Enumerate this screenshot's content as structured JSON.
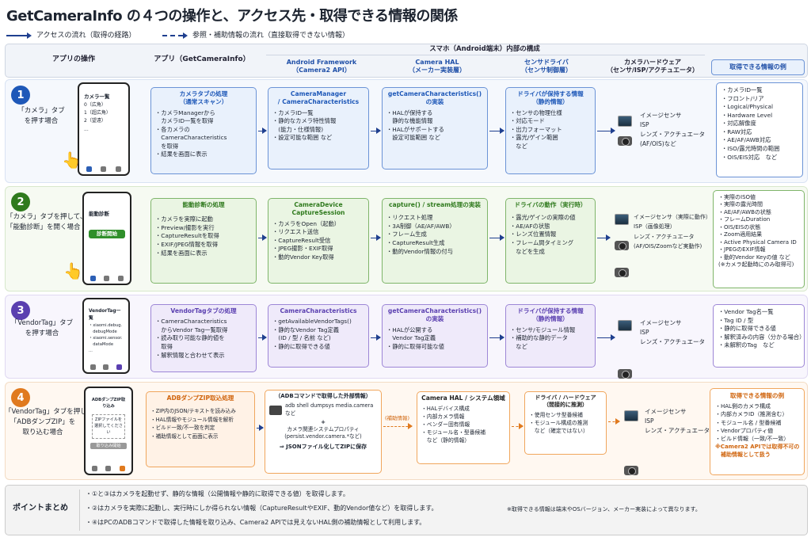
{
  "title": "GetCameraInfo の４つの操作と、アクセス先・取得できる情報の関係",
  "legend": {
    "solid": "アクセスの流れ（取得の経路）",
    "dashed": "参照・補助情報の流れ（直接取得できない情報）"
  },
  "headers": {
    "app_op": "アプリの操作",
    "app": "アプリ（GetCameraInfo）",
    "smartphone": "スマホ（Android端末）内部の構成",
    "fw1": "Android Framework",
    "fw2": "（Camera2 API）",
    "hal1": "Camera HAL",
    "hal2": "（メーカー実装層）",
    "drv1": "センサドライバ",
    "drv2": "（センサ制御層）",
    "hw1": "カメラハードウェア",
    "hw2": "（センサ/ISP/アクチュエータ）",
    "info": "取得できる情報の例"
  },
  "rows": [
    {
      "num": "1",
      "label": [
        "「カメラ」タブ",
        "を押す場合"
      ],
      "phone": {
        "title": "カメラ一覧",
        "lines": [
          "0（広角）",
          "1（超広角）",
          "2（望遠）",
          "..."
        ]
      },
      "app": {
        "title": [
          "カメラタブの処理",
          "（通常スキャン）"
        ],
        "items": [
          "・カメラManagerから",
          "　カメラID一覧を取得",
          "・各カメラの",
          "　CameraCharacteristics",
          "　を取得",
          "・結果を画面に表示"
        ]
      },
      "fw": {
        "title": [
          "CameraManager",
          "/ CameraCharacteristics"
        ],
        "items": [
          "・カメラID一覧",
          "・静的なカメラ特性情報",
          "　(能力・仕様情報)",
          "・設定可能な範囲 など"
        ]
      },
      "hal": {
        "title": [
          "getCameraCharacteristics()",
          "の実装"
        ],
        "items": [
          "・HALが保持する",
          "　静的な機能情報",
          "・HALがサポートする",
          "　設定可能範囲 など"
        ]
      },
      "drv": {
        "title": [
          "ドライバが保持する情報",
          "（静的情報）"
        ],
        "items": [
          "・センサの物理仕様",
          "・対応モード",
          "・出力フォーマット",
          "・露光/ゲイン範囲",
          "　など"
        ]
      },
      "hw": [
        "イメージセンサ",
        "ISP",
        "レンズ・アクチュエータ",
        "(AF/OIS)など"
      ],
      "info": [
        "・カメラID一覧",
        "・フロント/リア",
        "・Logical/Physical",
        "・Hardware Level",
        "・対応解像度",
        "・RAW対応",
        "・AE/AF/AWB対応",
        "・ISO/露光時間の範囲",
        "・OIS/EIS対応　など"
      ]
    },
    {
      "num": "2",
      "label": [
        "「カメラ」タブを押して、",
        "「能動診断」を開く場合"
      ],
      "phone": {
        "title": "能動診断",
        "button": "診断開始"
      },
      "app": {
        "title": [
          "能動診断の処理"
        ],
        "items": [
          "・カメラを実際に起動",
          "・Preview/撮影を実行",
          "・CaptureResultを取得",
          "・EXIF/JPEG情報を取得",
          "・結果を画面に表示"
        ]
      },
      "fw": {
        "title": [
          "CameraDevice",
          "CaptureSession"
        ],
        "items": [
          "・カメラをOpen（起動）",
          "・リクエスト送信",
          "・CaptureResult受信",
          "・JPEG撮影・EXIF取得",
          "・動的Vendor Key取得"
        ]
      },
      "hal": {
        "title": [
          "capture() / stream処理の実装"
        ],
        "items": [
          "・リクエスト処理",
          "・3A制御（AE/AF/AWB）",
          "・フレーム生成",
          "・CaptureResult生成",
          "・動的Vendor情報の付与"
        ]
      },
      "drv": {
        "title": [
          "ドライバの動作（実行時）"
        ],
        "items": [
          "・露光/ゲインの実際の値",
          "・AE/AFの状態",
          "・レンズ位置情報",
          "・フレーム間タイミング",
          "　などを生成"
        ]
      },
      "hw": [
        "イメージセンサ（実際に動作）",
        "ISP（画像処理）",
        "レンズ・アクチュエータ",
        "(AF/OIS/Zoomなど実動作)"
      ],
      "info": [
        "・実際のISO値",
        "・実際の露光時間",
        "・AE/AF/AWBの状態",
        "・フレームDuration",
        "・OIS/EISの状態",
        "・Zoom適用結果",
        "・Active Physical Camera ID",
        "・JPEGのEXIF情報",
        "・動的Vendor Keyの値 など",
        "(※カメラ起動時にのみ取得可)"
      ]
    },
    {
      "num": "3",
      "label": [
        "「VendorTag」タブ",
        "を押す場合"
      ],
      "phone": {
        "title": "VendorTag一覧",
        "lines": [
          "・xiaomi.debug.",
          "　debugMode",
          "・xiaomi.sensor.",
          "　dataMode",
          "..."
        ]
      },
      "app": {
        "title": [
          "VendorTagタブの処理"
        ],
        "items": [
          "・CameraCharacteristics",
          "　からVendor Tag一覧取得",
          "・読み取り可能な静的値を",
          "　取得",
          "・解釈情報と合わせて表示"
        ]
      },
      "fw": {
        "title": [
          "CameraCharacteristics"
        ],
        "items": [
          "・getAvailableVendorTags()",
          "・静的なVendor Tag定義",
          "　(ID / 型 / 名前 など)",
          "・静的に取得できる値"
        ]
      },
      "hal": {
        "title": [
          "getCameraCharacteristics()",
          "の実装"
        ],
        "items": [
          "・HALが公開する",
          "　Vendor Tag定義",
          "・静的に取得可能な値"
        ]
      },
      "drv": {
        "title": [
          "ドライバが保持する情報",
          "（静的情報）"
        ],
        "items": [
          "・センサ/モジュール情報",
          "・補助的な静的データ",
          "　など"
        ]
      },
      "hw": [
        "イメージセンサ",
        "ISP",
        "レンズ・アクチュエータ"
      ],
      "info": [
        "・Vendor Tag名一覧",
        "・Tag ID / 型",
        "・静的に取得できる値",
        "・解釈済みの内容（分かる場合）",
        "・未解釈のTag　など"
      ]
    },
    {
      "num": "4",
      "label": [
        "「VendorTag」タブを押して、",
        "「ADBダンプZIP」を",
        "取り込む場合"
      ],
      "phone": {
        "title": "ADBダンプZIP取り込み",
        "lines": [
          "ZIPファイルを",
          "選択してください"
        ],
        "button": "取り込み開始"
      },
      "app": {
        "title": [
          "ADBダンプZIP取込処理"
        ],
        "items": [
          "・ZIP内のJSON/テキストを読み込み",
          "・HAL情報やモジュール情報を解析",
          "・ビルド一致/不一致を判定",
          "・補助情報として画面に表示"
        ]
      },
      "adb": {
        "title": "（ADBコマンドで取得した外部情報）",
        "cmd": "adb shell dumpsys media.camera など",
        "plus": "+",
        "props": [
          "カメラ関連システムプロパティ",
          "(persist.vendor.camera.*など)"
        ],
        "save": "⇒ JSONファイル化してZIPに保存"
      },
      "ref": "(補助情報)",
      "hal": {
        "title": [
          "Camera HAL / システム領域"
        ],
        "items": [
          "・HALデバイス構成",
          "・内部カメラ情報",
          "・ベンダー固有情報",
          "・モジュール名・型番候補",
          "　など（静的情報）"
        ]
      },
      "drv": {
        "title": [
          "ドライバ / ハードウェア",
          "（間接的に推測）"
        ],
        "items": [
          "・使用センサ型番候補",
          "・モジュール構成の推測",
          "　など（確定ではない）"
        ]
      },
      "hw": [
        "イメージセンサ",
        "ISP",
        "レンズ・アクチュエータ"
      ],
      "info_title": "取得できる情報の例",
      "info": [
        "・HAL側のカメラ構成",
        "・内部カメラID（推測含む）",
        "・モジュール名 / 型番候補",
        "・Vendorプロパティ値",
        "・ビルド情報（一致/不一致）"
      ],
      "info_note": [
        "※Camera2 APIでは取得不可の",
        "　補助情報として扱う"
      ]
    }
  ],
  "summary": {
    "label": "ポイントまとめ",
    "lines": [
      "・①と③はカメラを起動せず、静的な情報（公開情報や静的に取得できる値）を取得します。",
      "・②はカメラを実際に起動し、実行時にしか得られない情報（CaptureResultやEXIF、動的Vendor値など）を取得します。",
      "・④はPCのADBコマンドで取得した情報を取り込み、Camera2 APIでは見えないHAL側の補助情報として利用します。"
    ],
    "note": "※取得できる情報は端末やOSバージョン、メーカー実装によって異なります。"
  },
  "colors": {
    "row1": "#1e58b8",
    "row2": "#2f7a1d",
    "row3": "#5a3fb0",
    "row4": "#e07a1f"
  }
}
